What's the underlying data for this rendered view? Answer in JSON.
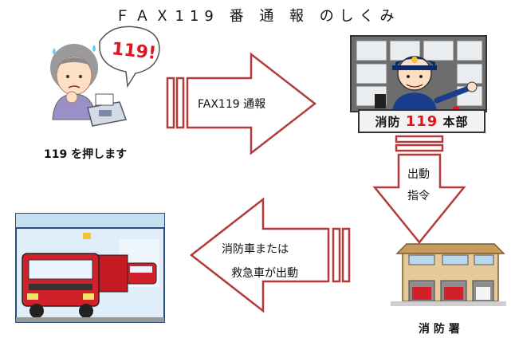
{
  "title": "ＦＡＸ119 番 通 報 のしくみ",
  "person": {
    "speech": "119!",
    "caption": "119 を押します"
  },
  "hq": {
    "sign_prefix": "消防",
    "sign_number": "119",
    "sign_suffix": "本部"
  },
  "arrows": {
    "fax": "FAX119 通報",
    "dispatch_line1": "出動",
    "dispatch_line2": "指令",
    "truck_line1": "消防車または",
    "truck_line2": "救急車が出動"
  },
  "station": {
    "caption": "消 防 署"
  },
  "colors": {
    "arrow_stroke": "#b23a3a",
    "sign_red": "#e0141e"
  }
}
